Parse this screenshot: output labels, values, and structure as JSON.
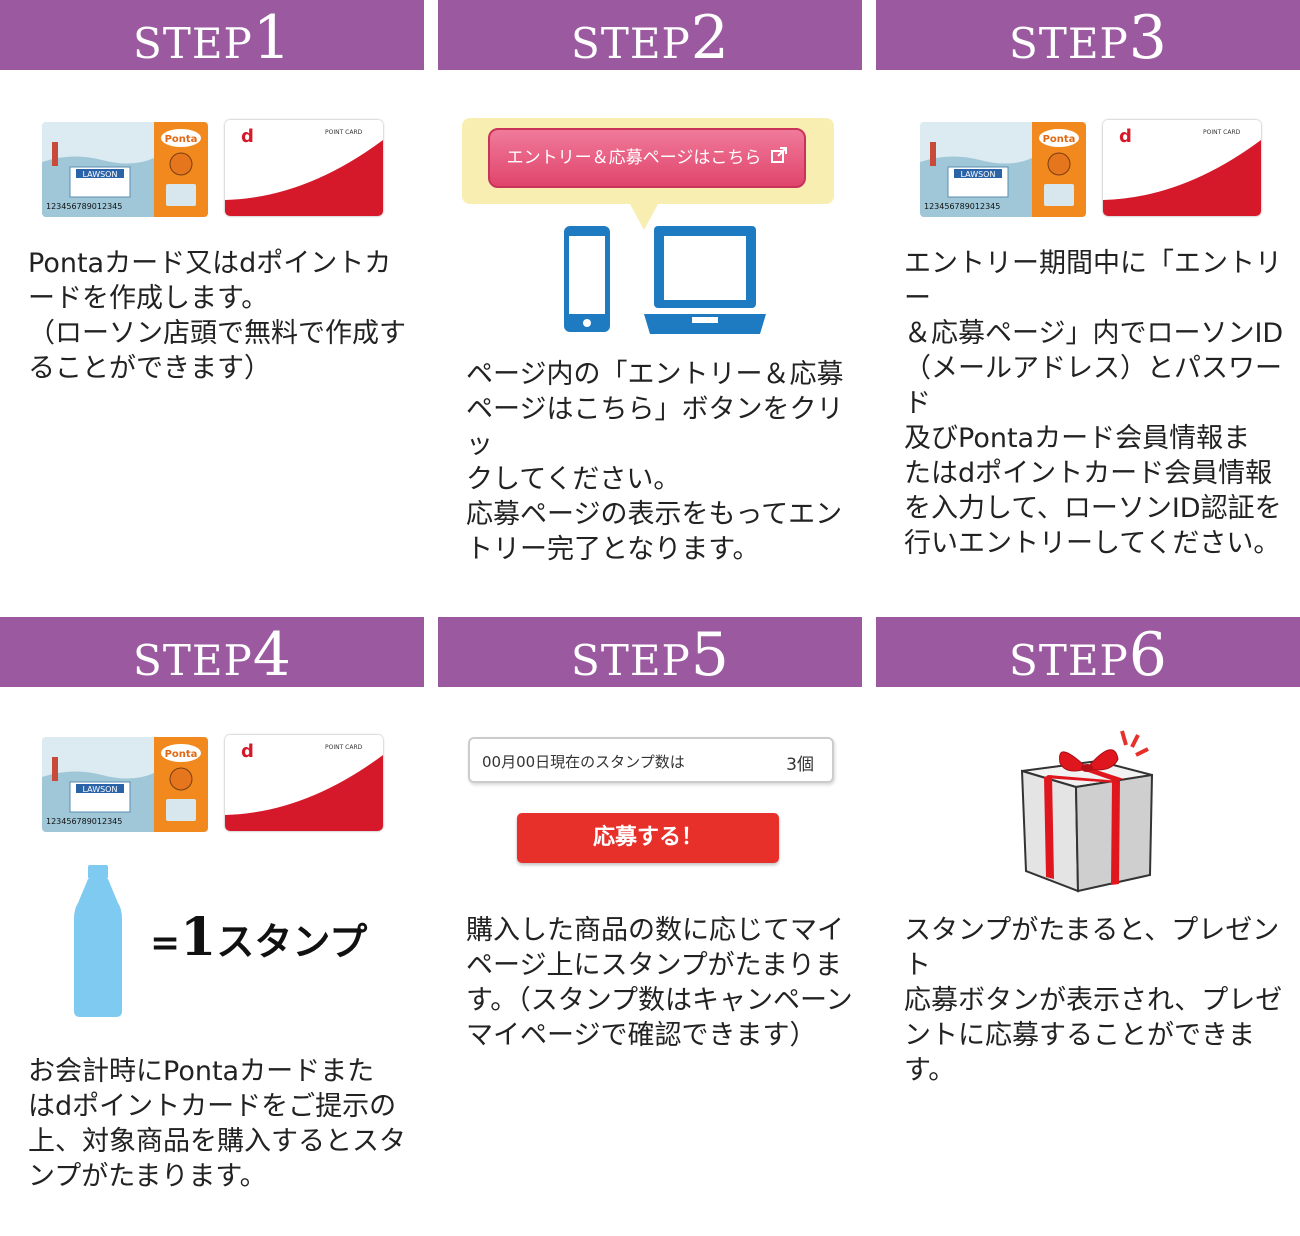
{
  "steps": [
    {
      "step_word": "STEP",
      "step_num": "1",
      "ponta_card": {
        "brand": "Ponta",
        "store": "LAWSON",
        "number": "123456789012345"
      },
      "dpoint_card": {
        "logo": "d",
        "label": "POINT CARD"
      },
      "description": "Pontaカード又はdポイントカ\nードを作成します。\n（ローソン店頭で無料で作成す\nることができます）"
    },
    {
      "step_word": "STEP",
      "step_num": "2",
      "entry_button_label": "エントリー＆応募ページはこちら",
      "description": "ページ内の「エントリー＆応募\nページはこちら」ボタンをクリッ\nクしてください。\n応募ページの表示をもってエン\nトリー完了となります。"
    },
    {
      "step_word": "STEP",
      "step_num": "3",
      "ponta_card": {
        "brand": "Ponta",
        "store": "LAWSON",
        "number": "123456789012345"
      },
      "dpoint_card": {
        "logo": "d",
        "label": "POINT CARD"
      },
      "description": "エントリー期間中に「エントリー\n＆応募ページ」内でローソンID\n（メールアドレス）とパスワード\n及びPontaカード会員情報ま\nたはdポイントカード会員情報\nを入力して、ローソンID認証を\n行いエントリーしてください。"
    },
    {
      "step_word": "STEP",
      "step_num": "4",
      "ponta_card": {
        "brand": "Ponta",
        "store": "LAWSON",
        "number": "123456789012345"
      },
      "dpoint_card": {
        "logo": "d",
        "label": "POINT CARD"
      },
      "equals": "=",
      "stamp_count": "1",
      "stamp_word": "スタンプ",
      "description": "お会計時にPontaカードまた\nはdポイントカードをご提示の\n上、対象商品を購入するとスタ\nンプがたまります。"
    },
    {
      "step_word": "STEP",
      "step_num": "5",
      "stamp_label": "00月00日現在のスタンプ数は",
      "stamp_value": "3個",
      "apply_button": "応募する！",
      "description": "購入した商品の数に応じてマイ\nページ上にスタンプがたまりま\nす。（スタンプ数はキャンペーン\nマイページで確認できます）"
    },
    {
      "step_word": "STEP",
      "step_num": "6",
      "description": "スタンプがたまると、プレゼント\n応募ボタンが表示され、プレゼ\nントに応募することができます。"
    }
  ],
  "colors": {
    "header_bg": "#9b5aa0",
    "card_red": "#d6182b",
    "device_blue": "#1f7bc1",
    "entry_pink": "#e0456c",
    "apply_red": "#e8302b",
    "bottle_blue": "#7fcaf0"
  },
  "icons": [
    "external-link-icon",
    "smartphone-icon",
    "laptop-icon",
    "bottle-icon",
    "gift-box-icon"
  ]
}
